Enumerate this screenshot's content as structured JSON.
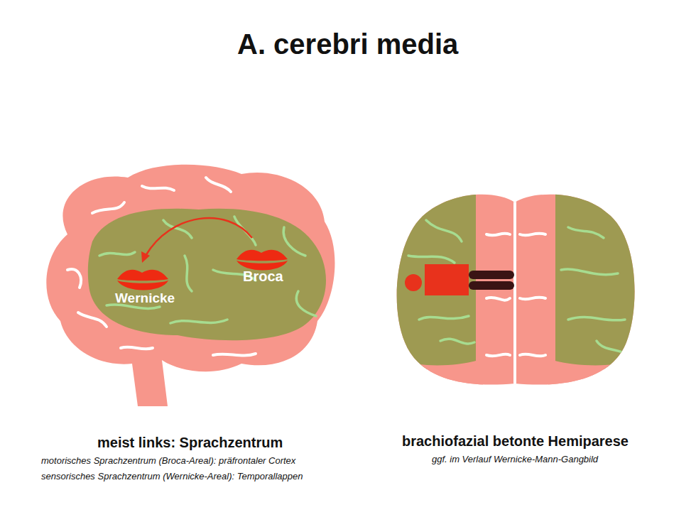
{
  "diagram": {
    "title": "A. cerebri media",
    "labels": [
      "Wernicke",
      "Broca",
      "meist links: Sprachzentrum",
      "motorisches Sprachzentrum (Broca-Areal): präfrontaler Cortex",
      "sensorisches Sprachzentrum (Wernicke-Areal): Temporallappen",
      "brachiofazial betonte Hemiparese",
      "ggf. im Verlauf Wernicke-Mann-Gangbild"
    ]
  }
}
